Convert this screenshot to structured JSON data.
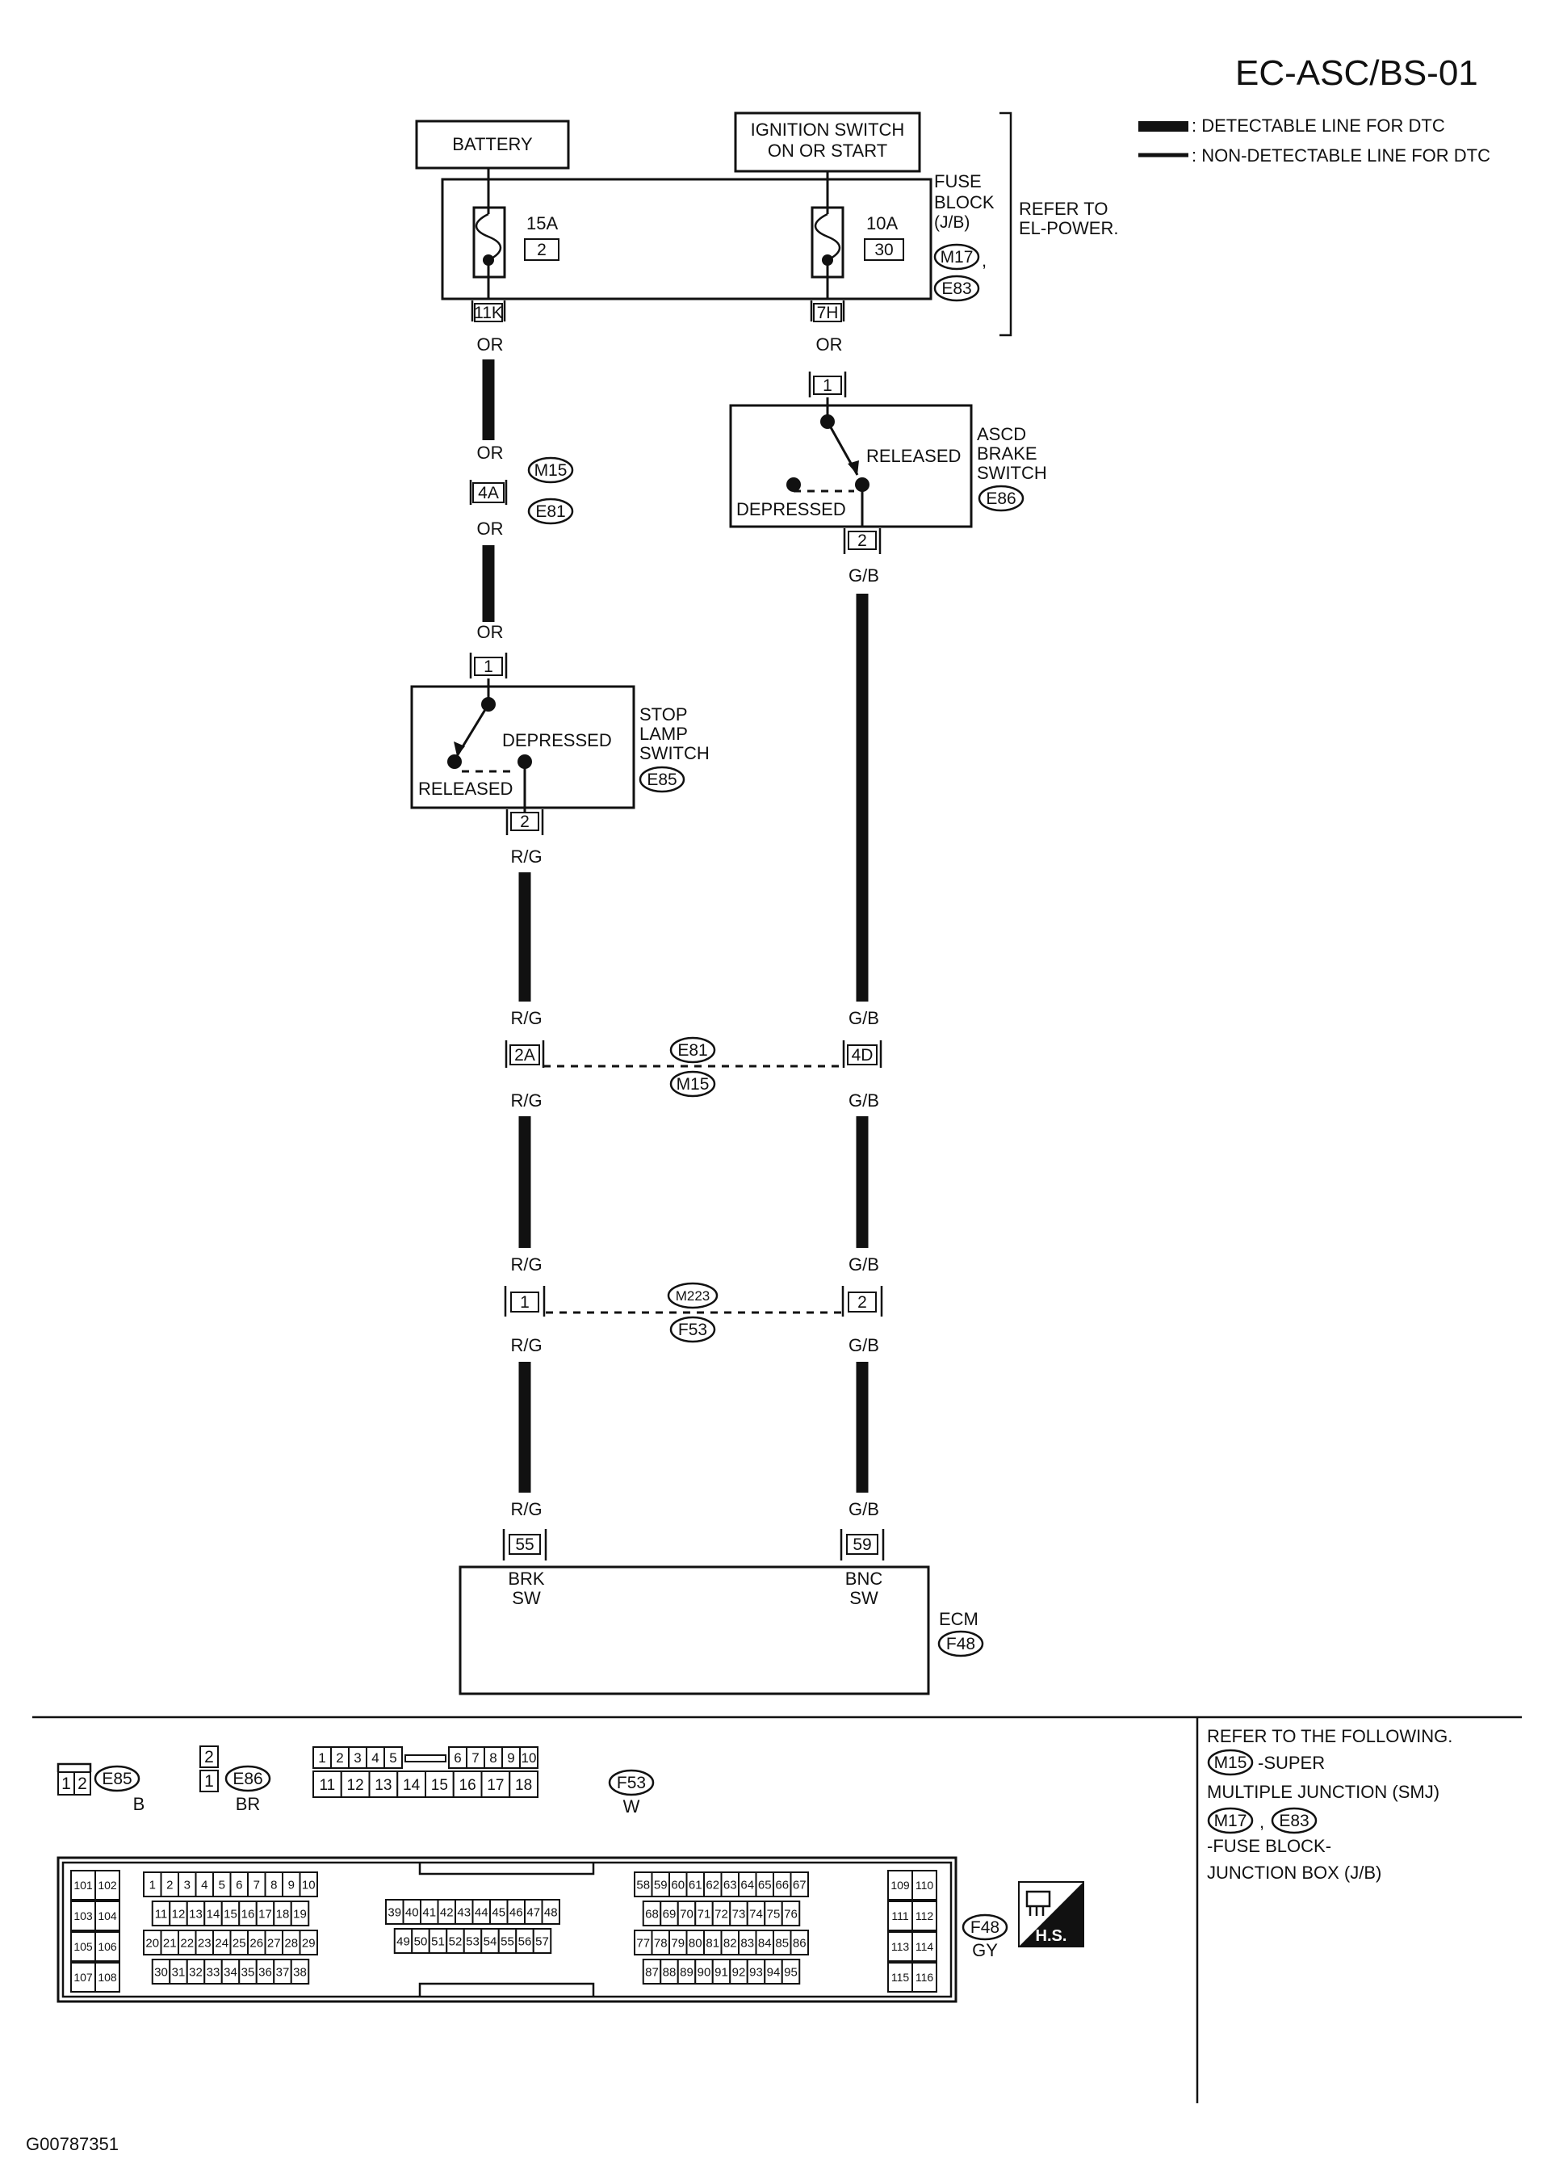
{
  "page_code": "EC-ASC/BS-01",
  "legend": {
    "detectable": ": DETECTABLE LINE FOR DTC",
    "non_detectable": ": NON-DETECTABLE LINE FOR DTC"
  },
  "components": {
    "battery": "BATTERY",
    "ignition_line1": "IGNITION SWITCH",
    "ignition_line2": "ON OR START",
    "fuse_block_line1": "FUSE",
    "fuse_block_line2": "BLOCK",
    "fuse_block_line3": "(J/B)",
    "refer_line1": "REFER TO",
    "refer_line2": "EL-POWER.",
    "fuse1_rating": "15A",
    "fuse1_number": "2",
    "fuse2_rating": "10A",
    "fuse2_number": "30",
    "ascd_line1": "ASCD",
    "ascd_line2": "BRAKE",
    "ascd_line3": "SWITCH",
    "stop_line1": "STOP",
    "stop_line2": "LAMP",
    "stop_line3": "SWITCH",
    "released": "RELEASED",
    "depressed": "DEPRESSED",
    "ecm": "ECM",
    "brk": "BRK",
    "bnc": "BNC",
    "sw": "SW"
  },
  "connectors": {
    "m17": "M17",
    "e83": "E83",
    "m15": "M15",
    "e81": "E81",
    "e86": "E86",
    "e85": "E85",
    "m223": "M223",
    "f53": "F53",
    "f48": "F48"
  },
  "pins": {
    "p11k": "11K",
    "p7h": "7H",
    "p4a": "4A",
    "p1": "1",
    "p2": "2",
    "p2a": "2A",
    "p4d": "4D",
    "p55": "55",
    "p59": "59"
  },
  "wire_colors": {
    "or": "OR",
    "gb": "G/B",
    "rg": "R/G"
  },
  "footer_connectors": {
    "e85_pins": [
      "1",
      "2"
    ],
    "e85_color": "B",
    "e86_pins": [
      "2",
      "1"
    ],
    "e86_color": "BR",
    "f53_top": [
      "1",
      "2",
      "3",
      "4",
      "5",
      "6",
      "7",
      "8",
      "9",
      "10"
    ],
    "f53_bottom": [
      "11",
      "12",
      "13",
      "14",
      "15",
      "16",
      "17",
      "18"
    ],
    "f53_color": "W",
    "f48_color": "GY",
    "f48_left_cols": [
      [
        "101",
        "103",
        "105",
        "107"
      ],
      [
        "102",
        "104",
        "106",
        "108"
      ]
    ],
    "f48_rows": [
      [
        "1",
        "2",
        "3",
        "4",
        "5",
        "6",
        "7",
        "8",
        "9",
        "10"
      ],
      [
        "11",
        "12",
        "13",
        "14",
        "15",
        "16",
        "17",
        "18",
        "19"
      ],
      [
        "20",
        "21",
        "22",
        "23",
        "24",
        "25",
        "26",
        "27",
        "28",
        "29"
      ],
      [
        "30",
        "31",
        "32",
        "33",
        "34",
        "35",
        "36",
        "37",
        "38"
      ]
    ],
    "f48_mid_rows": [
      [
        "39",
        "40",
        "41",
        "42",
        "43",
        "44",
        "45",
        "46",
        "47",
        "48"
      ],
      [
        "49",
        "50",
        "51",
        "52",
        "53",
        "54",
        "55",
        "56",
        "57"
      ]
    ],
    "f48_right_rows": [
      [
        "58",
        "59",
        "60",
        "61",
        "62",
        "63",
        "64",
        "65",
        "66",
        "67"
      ],
      [
        "68",
        "69",
        "70",
        "71",
        "72",
        "73",
        "74",
        "75",
        "76"
      ],
      [
        "77",
        "78",
        "79",
        "80",
        "81",
        "82",
        "83",
        "84",
        "85",
        "86"
      ],
      [
        "87",
        "88",
        "89",
        "90",
        "91",
        "92",
        "93",
        "94",
        "95"
      ]
    ],
    "f48_far_right_cols": [
      [
        "109",
        "111",
        "113",
        "115"
      ],
      [
        "110",
        "112",
        "114",
        "116"
      ]
    ],
    "hs_label": "H.S."
  },
  "references": {
    "title": "REFER TO THE FOLLOWING.",
    "m15_conn": "M15",
    "m15_text": "-SUPER",
    "m15_text2": "MULTIPLE JUNCTION (SMJ)",
    "m17_conn": "M17",
    "comma": ",",
    "e83_conn": "E83",
    "fb_text": "-FUSE BLOCK-",
    "fb_text2": "JUNCTION BOX (J/B)"
  },
  "figure_id": "G00787351"
}
